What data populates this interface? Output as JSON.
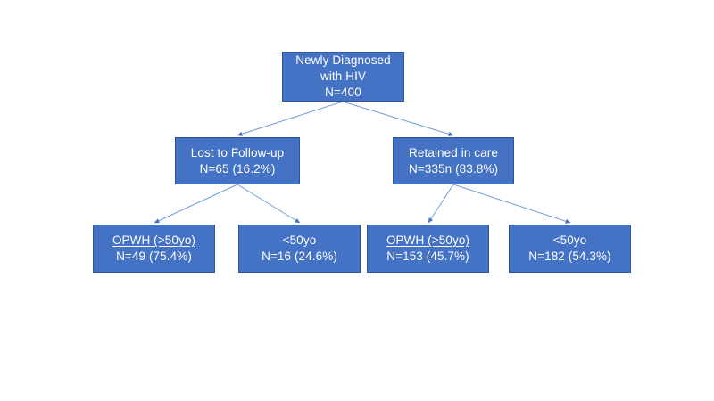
{
  "diagram": {
    "type": "flowchart",
    "title_text": "",
    "colors": {
      "node_fill": "#4472c4",
      "node_border": "#2f5496",
      "node_text": "#ffffff",
      "connector": "#5b8bd0",
      "background": "#ffffff"
    },
    "nodes": [
      {
        "id": "root",
        "level": 1,
        "lines": [
          {
            "text": "Newly Diagnosed",
            "underline": false
          },
          {
            "text": "with HIV",
            "underline": false
          },
          {
            "text": "N=400",
            "underline": false
          }
        ],
        "count": 400
      },
      {
        "id": "lost",
        "level": 2,
        "lines": [
          {
            "text": "Lost to Follow-up",
            "underline": false
          },
          {
            "text": "N=65 (16.2%)",
            "underline": false
          }
        ],
        "count": 65,
        "percent": "16.2%"
      },
      {
        "id": "retained",
        "level": 2,
        "lines": [
          {
            "text": "Retained in care",
            "underline": false
          },
          {
            "text": "N=335n (83.8%)",
            "underline": false
          }
        ],
        "count": 335,
        "percent": "83.8%"
      },
      {
        "id": "lost-opwh",
        "level": 3,
        "lines": [
          {
            "text": "OPWH (>50yo)",
            "underline": true
          },
          {
            "text": "N=49 (75.4%)",
            "underline": false
          }
        ],
        "count": 49,
        "percent": "75.4%"
      },
      {
        "id": "lost-u50",
        "level": 3,
        "lines": [
          {
            "text": "<50yo",
            "underline": false
          },
          {
            "text": "N=16 (24.6%)",
            "underline": false
          }
        ],
        "count": 16,
        "percent": "24.6%"
      },
      {
        "id": "ret-opwh",
        "level": 3,
        "lines": [
          {
            "text": "OPWH (>50yo)",
            "underline": true
          },
          {
            "text": "N=153 (45.7%)",
            "underline": false
          }
        ],
        "count": 153,
        "percent": "45.7%"
      },
      {
        "id": "ret-u50",
        "level": 3,
        "lines": [
          {
            "text": "<50yo",
            "underline": false
          },
          {
            "text": "N=182 (54.3%)",
            "underline": false
          }
        ],
        "count": 182,
        "percent": "54.3%"
      }
    ],
    "edges": [
      {
        "from": "root",
        "to": "lost"
      },
      {
        "from": "root",
        "to": "retained"
      },
      {
        "from": "lost",
        "to": "lost-opwh"
      },
      {
        "from": "lost",
        "to": "lost-u50"
      },
      {
        "from": "retained",
        "to": "ret-opwh"
      },
      {
        "from": "retained",
        "to": "ret-u50"
      }
    ]
  }
}
